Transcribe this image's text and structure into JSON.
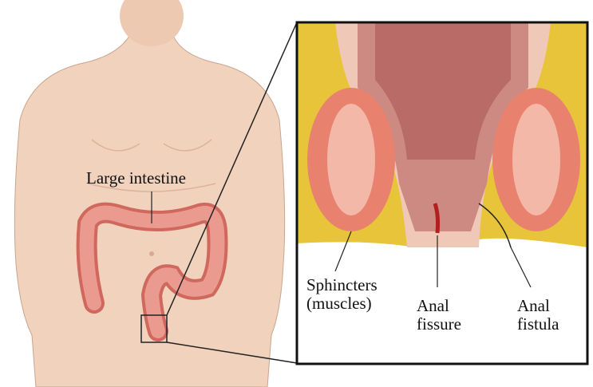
{
  "labels": {
    "large_intestine": "Large intestine",
    "sphincters_line1": "Sphincters",
    "sphincters_line2": "(muscles)",
    "fissure_line1": "Anal",
    "fissure_line2": "fissure",
    "fistula_line1": "Anal",
    "fistula_line2": "fistula"
  },
  "colors": {
    "skin": "#f1d2bd",
    "intestine": "#e48a80",
    "muscle": "#e8826f",
    "fat": "#e8c43a",
    "frame": "#111111"
  }
}
